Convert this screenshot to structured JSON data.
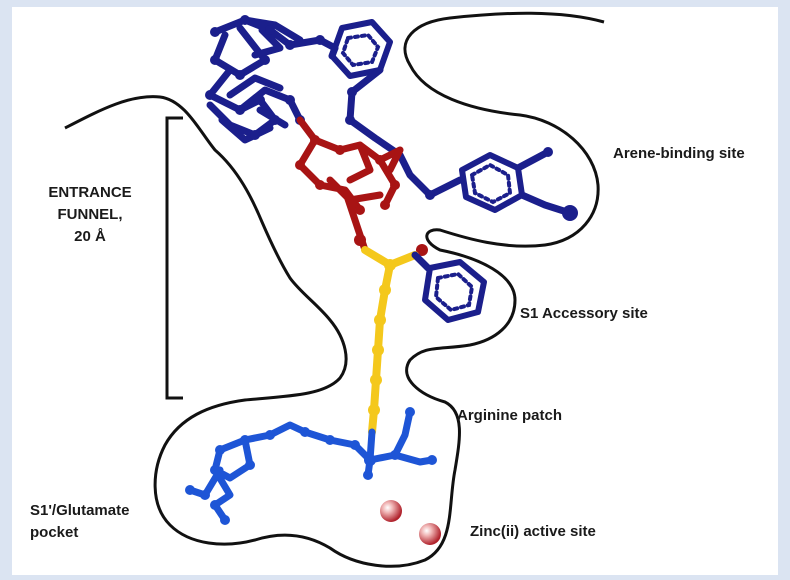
{
  "labels": {
    "entrance_funnel_line1": "ENTRANCE",
    "entrance_funnel_line2": "FUNNEL,",
    "entrance_funnel_line3": "20 Å",
    "arene_binding_site": "Arene-binding site",
    "s1_accessory_site": "S1 Accessory site",
    "arginine_patch": "Arginine patch",
    "s1_glutamate_line1": "S1'/Glutamate",
    "s1_glutamate_line2": "pocket",
    "zinc_active_site": "Zinc(ii) active site"
  },
  "colors": {
    "background": "#dbe4f2",
    "panel": "#ffffff",
    "outline": "#111111",
    "navy_molecule": "#1b1f8c",
    "red_molecule": "#a81414",
    "yellow_linker": "#f4c81c",
    "blue_molecule": "#1e55d6",
    "zinc_sphere": "#c0383f"
  }
}
